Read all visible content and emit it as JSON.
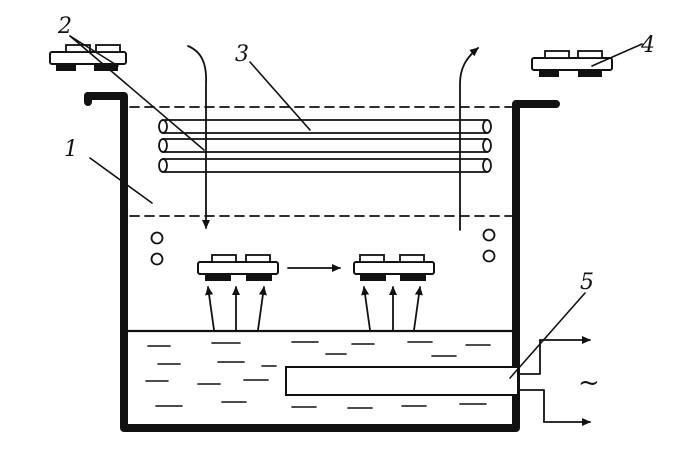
{
  "labels": {
    "l1": "1",
    "l2": "2",
    "l3": "3",
    "l4": "4",
    "l5": "5",
    "ac_symbol": "~"
  }
}
